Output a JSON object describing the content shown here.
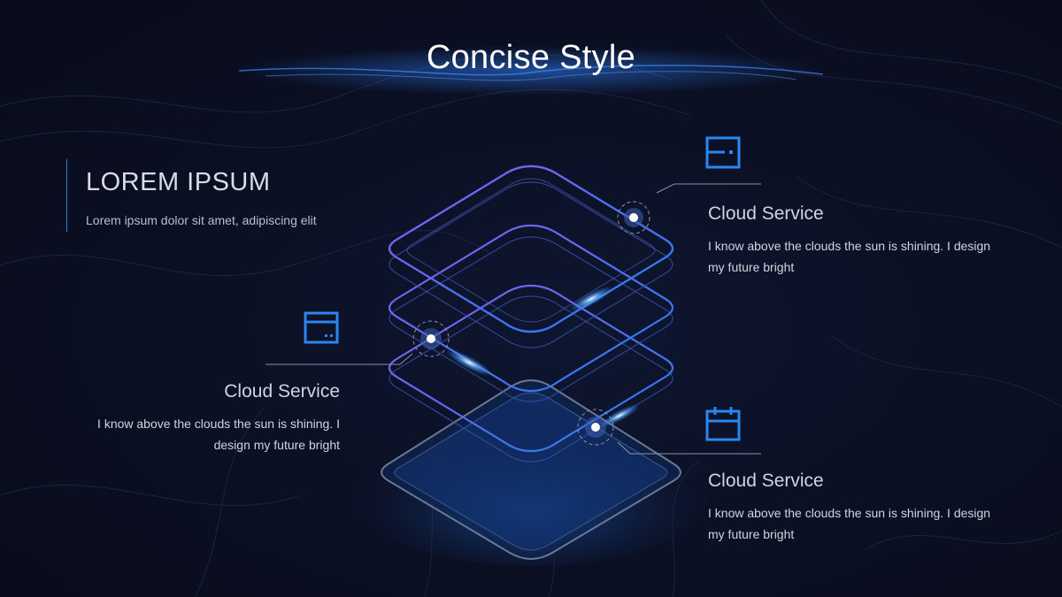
{
  "slide": {
    "title": "Concise Style",
    "heading": "LOREM IPSUM",
    "subtitle": "Lorem ipsum dolor sit amet, adipiscing elit"
  },
  "services": [
    {
      "title": "Cloud Service",
      "description": "I know above the clouds the sun is shining. I design my future bright",
      "icon": "window-icon"
    },
    {
      "title": "Cloud Service",
      "description": "I know above the clouds the sun is shining. I design my future bright",
      "icon": "browser-window-icon"
    },
    {
      "title": "Cloud Service",
      "description": "I know above the clouds the sun is shining. I design my future bright",
      "icon": "calendar-icon"
    }
  ],
  "colors": {
    "background": "#0b1024",
    "accent_blue": "#1e7ff0",
    "accent_purple": "#8a5cf0",
    "text": "#d0d5de"
  }
}
